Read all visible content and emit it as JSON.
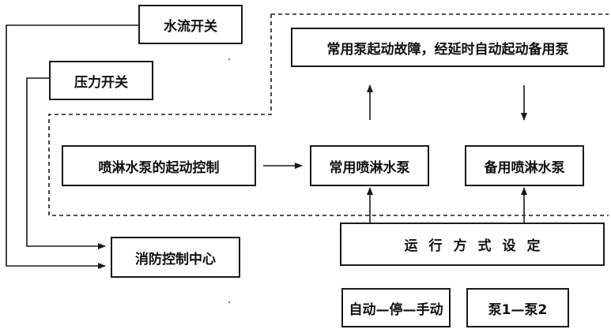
{
  "nodes": {
    "water_flow_switch": "水流开关",
    "pressure_switch": "压力开关",
    "sprinkler_pump_start_control": "喷淋水泵的起动控制",
    "main_pump_fault_note": "常用泵起动故障，经延时自动起动备用泵",
    "main_sprinkler_pump": "常用喷淋水泵",
    "standby_sprinkler_pump": "备用喷淋水泵",
    "operation_mode_setting": "运行方式设定",
    "fire_control_center": "消防控制中心",
    "mode_auto_stop_manual": "自动—停—手动",
    "mode_pump1_pump2": "泵1—泵2"
  }
}
